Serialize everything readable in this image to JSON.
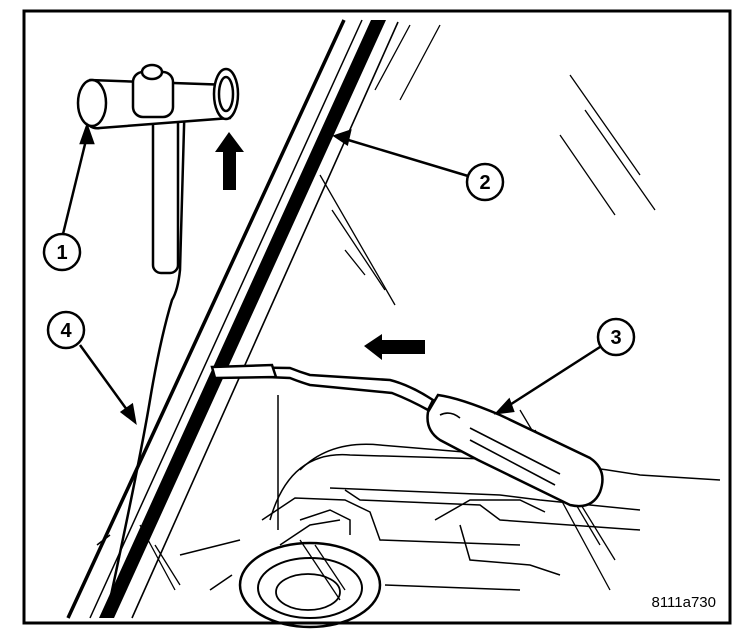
{
  "figure": {
    "id_label": "8111a730",
    "callouts": [
      {
        "number": "1",
        "target": "t-handle-tool"
      },
      {
        "number": "2",
        "target": "windshield-molding"
      },
      {
        "number": "3",
        "target": "screwdriver"
      },
      {
        "number": "4",
        "target": "pillar-edge"
      }
    ],
    "arrows": [
      {
        "name": "up-direction-arrow",
        "direction": "up"
      },
      {
        "name": "left-direction-arrow",
        "direction": "left"
      }
    ]
  }
}
